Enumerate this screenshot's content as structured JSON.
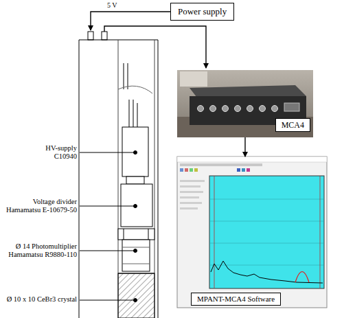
{
  "diagram": {
    "nodes": [
      {
        "text": [
          "Power supply"
        ]
      },
      {
        "text": [
          "MCA4"
        ]
      },
      {
        "text": [
          "MPANT-MCA4 Software"
        ]
      }
    ],
    "edges": [
      {
        "from": 1,
        "to": 2,
        "arrow": "to"
      }
    ],
    "labels": [
      "5 V",
      "HV-supply C10940",
      "Voltage divider Hamamatsu E-10679-50",
      "Ø 14 Photomultiplier Hamamatsu R9880-110",
      "Ø 10 x 10 CeBr3 crystal"
    ]
  }
}
